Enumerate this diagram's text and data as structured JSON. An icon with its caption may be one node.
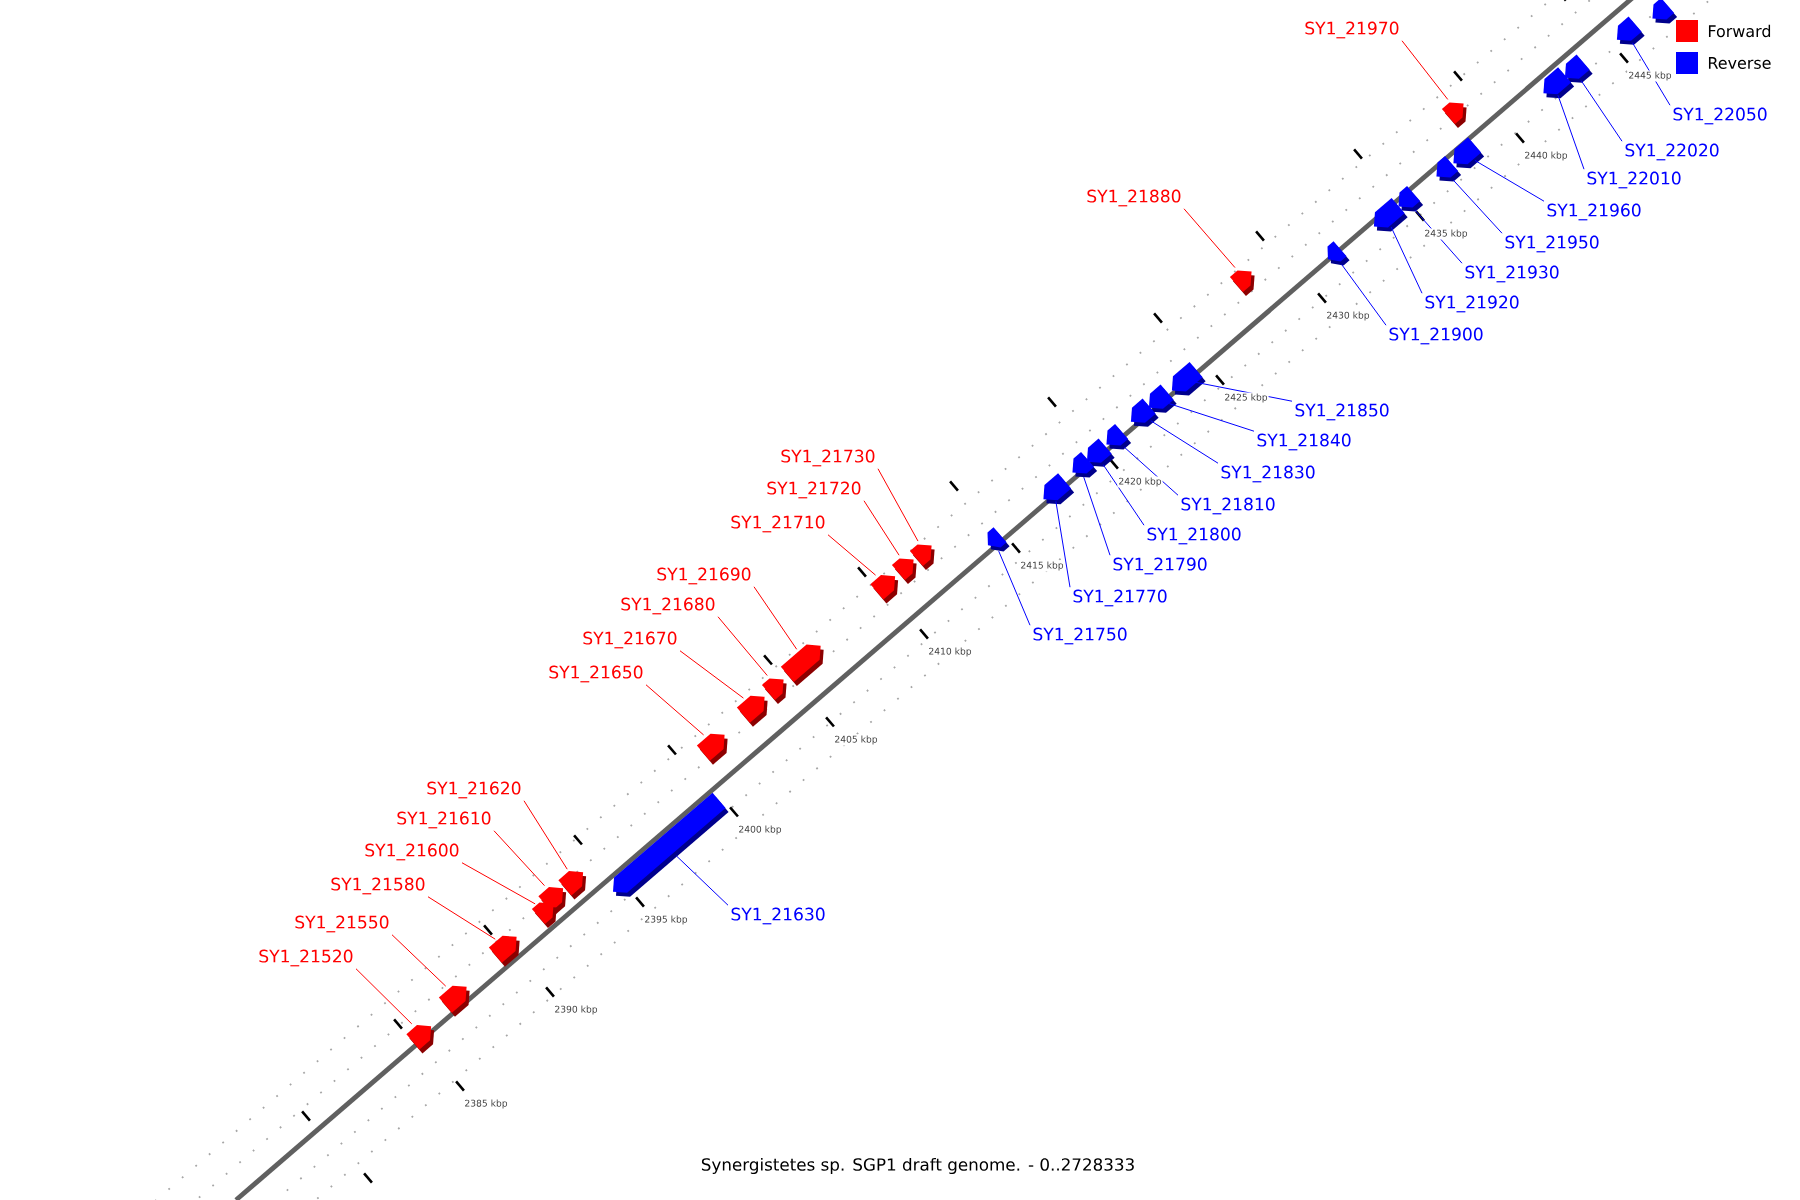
{
  "diagram": {
    "caption": "Synergistetes sp. SGP1 draft genome. - 0..2728333",
    "nodes": [
      {
        "text": [],
        "shape": "arrow"
      },
      {
        "text": [
          "SY1_22050"
        ]
      },
      {
        "text": [],
        "shape": "arrow"
      },
      {
        "text": [
          "SY1_22020"
        ]
      },
      {
        "text": [],
        "shape": "arrow"
      },
      {
        "text": [
          "SY1_22010"
        ]
      },
      {
        "text": [],
        "shape": "arrow"
      },
      {
        "text": [
          "SY1_21970"
        ]
      },
      {
        "text": [],
        "shape": "arrow"
      },
      {
        "text": [
          "SY1_21960"
        ]
      },
      {
        "text": [],
        "shape": "arrow"
      },
      {
        "text": [
          "SY1_21950"
        ]
      },
      {
        "text": [],
        "shape": "arrow"
      },
      {
        "text": [
          "SY1_21930"
        ]
      },
      {
        "text": [],
        "shape": "arrow"
      },
      {
        "text": [
          "SY1_21920"
        ]
      },
      {
        "text": [],
        "shape": "arrow"
      },
      {
        "text": [
          "SY1_21900"
        ]
      },
      {
        "text": [],
        "shape": "arrow"
      },
      {
        "text": [
          "SY1_21880"
        ]
      },
      {
        "text": [],
        "shape": "arrow"
      },
      {
        "text": [
          "SY1_21850"
        ]
      },
      {
        "text": [],
        "shape": "arrow"
      },
      {
        "text": [
          "SY1_21840"
        ]
      },
      {
        "text": [],
        "shape": "arrow"
      },
      {
        "text": [
          "SY1_21830"
        ]
      },
      {
        "text": [],
        "shape": "arrow"
      },
      {
        "text": [
          "SY1_21810"
        ]
      },
      {
        "text": [],
        "shape": "arrow"
      },
      {
        "text": [
          "SY1_21800"
        ]
      },
      {
        "text": [],
        "shape": "arrow"
      },
      {
        "text": [
          "SY1_21790"
        ]
      },
      {
        "text": [],
        "shape": "arrow"
      },
      {
        "text": [
          "SY1_21770"
        ]
      },
      {
        "text": [],
        "shape": "arrow"
      },
      {
        "text": [
          "SY1_21750"
        ]
      },
      {
        "text": [],
        "shape": "arrow"
      },
      {
        "text": [
          "SY1_21730"
        ]
      },
      {
        "text": [],
        "shape": "arrow"
      },
      {
        "text": [
          "SY1_21720"
        ]
      },
      {
        "text": [],
        "shape": "arrow"
      },
      {
        "text": [
          "SY1_21710"
        ]
      },
      {
        "text": [],
        "shape": "arrow"
      },
      {
        "text": [
          "SY1_21690"
        ]
      },
      {
        "text": [],
        "shape": "arrow"
      },
      {
        "text": [
          "SY1_21680"
        ]
      },
      {
        "text": [],
        "shape": "arrow"
      },
      {
        "text": [
          "SY1_21670"
        ]
      },
      {
        "text": [],
        "shape": "arrow"
      },
      {
        "text": [
          "SY1_21650"
        ]
      },
      {
        "text": [],
        "shape": "arrow"
      },
      {
        "text": [
          "SY1_21630"
        ]
      },
      {
        "text": [],
        "shape": "arrow"
      },
      {
        "text": [
          "SY1_21620"
        ]
      },
      {
        "text": [],
        "shape": "arrow"
      },
      {
        "text": [
          "SY1_21610"
        ]
      },
      {
        "text": [],
        "shape": "arrow"
      },
      {
        "text": [
          "SY1_21600"
        ]
      },
      {
        "text": [],
        "shape": "arrow"
      },
      {
        "text": [
          "SY1_21580"
        ]
      },
      {
        "text": [],
        "shape": "arrow"
      },
      {
        "text": [
          "SY1_21550"
        ]
      },
      {
        "text": [],
        "shape": "arrow"
      },
      {
        "text": [
          "SY1_21520"
        ]
      },
      {
        "text": [],
        "shape": "arrow"
      }
    ],
    "edges": [
      {
        "from": 1,
        "to": 2,
        "arrow": "none"
      },
      {
        "from": 3,
        "to": 4,
        "arrow": "none"
      },
      {
        "from": 5,
        "to": 6,
        "arrow": "none"
      },
      {
        "from": 7,
        "to": 8,
        "arrow": "none",
        "color": "#ff0000"
      },
      {
        "from": 9,
        "to": 10,
        "arrow": "none"
      },
      {
        "from": 11,
        "to": 12,
        "arrow": "none"
      },
      {
        "from": 13,
        "to": 14,
        "arrow": "none"
      },
      {
        "from": 15,
        "to": 16,
        "arrow": "none"
      },
      {
        "from": 17,
        "to": 18,
        "arrow": "none"
      },
      {
        "from": 19,
        "to": 20,
        "arrow": "none",
        "color": "#ff0000"
      },
      {
        "from": 21,
        "to": 22,
        "arrow": "none"
      },
      {
        "from": 23,
        "to": 24,
        "arrow": "none"
      },
      {
        "from": 25,
        "to": 26,
        "arrow": "none"
      },
      {
        "from": 27,
        "to": 28,
        "arrow": "none"
      },
      {
        "from": 29,
        "to": 30,
        "arrow": "none"
      },
      {
        "from": 31,
        "to": 32,
        "arrow": "none"
      },
      {
        "from": 33,
        "to": 34,
        "arrow": "none"
      },
      {
        "from": 35,
        "to": 36,
        "arrow": "none"
      },
      {
        "from": 37,
        "to": 38,
        "arrow": "none",
        "color": "#ff0000"
      },
      {
        "from": 39,
        "to": 40,
        "arrow": "none",
        "color": "#ff0000"
      },
      {
        "from": 41,
        "to": 42,
        "arrow": "none",
        "color": "#ff0000"
      },
      {
        "from": 43,
        "to": 44,
        "arrow": "none",
        "color": "#ff0000"
      },
      {
        "from": 45,
        "to": 46,
        "arrow": "none",
        "color": "#ff0000"
      },
      {
        "from": 47,
        "to": 48,
        "arrow": "none",
        "color": "#ff0000"
      },
      {
        "from": 49,
        "to": 50,
        "arrow": "none",
        "color": "#ff0000"
      },
      {
        "from": 51,
        "to": 52,
        "arrow": "none"
      },
      {
        "from": 53,
        "to": 54,
        "arrow": "none",
        "color": "#ff0000"
      },
      {
        "from": 55,
        "to": 56,
        "arrow": "none",
        "color": "#ff0000"
      },
      {
        "from": 57,
        "to": 58,
        "arrow": "none",
        "color": "#ff0000"
      },
      {
        "from": 59,
        "to": 60,
        "arrow": "none",
        "color": "#ff0000"
      },
      {
        "from": 61,
        "to": 62,
        "arrow": "none",
        "color": "#ff0000"
      },
      {
        "from": 63,
        "to": 64,
        "arrow": "none",
        "color": "#ff0000"
      }
    ],
    "labels": [
      "2445 kbp",
      "2440 kbp",
      "2435 kbp",
      "2430 kbp",
      "2425 kbp",
      "2420 kbp",
      "2415 kbp",
      "2410 kbp",
      "2405 kbp",
      "2400 kbp",
      "2395 kbp",
      "2390 kbp",
      "2385 kbp"
    ],
    "legend": [
      {
        "text": "Forward",
        "color": "#ff0000"
      },
      {
        "text": "Reverse",
        "color": "#0000ff"
      }
    ]
  }
}
